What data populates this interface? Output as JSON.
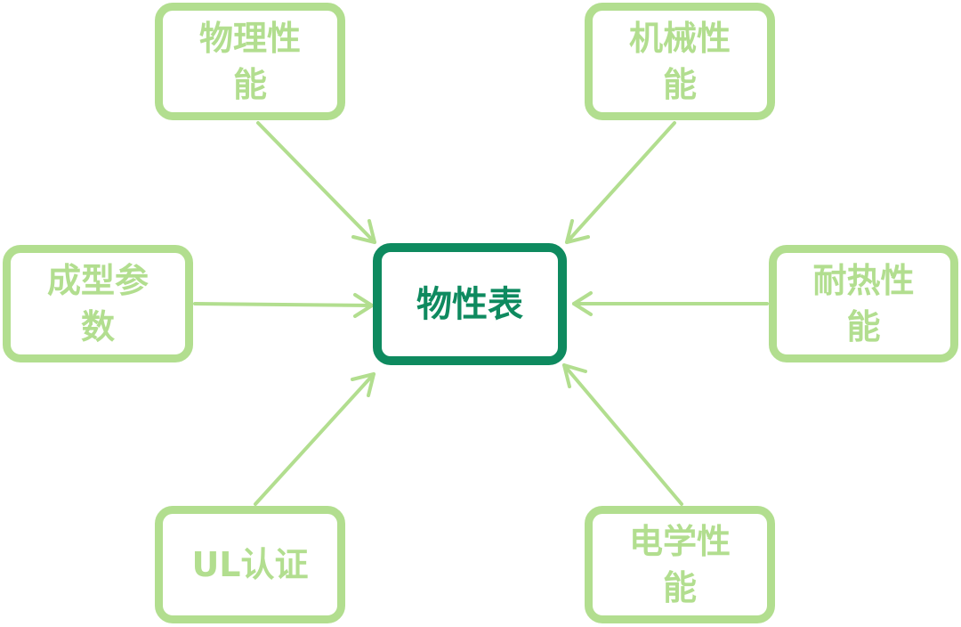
{
  "diagram": {
    "center": {
      "label": "物性表"
    },
    "nodes": {
      "physical": {
        "label": "物理性能"
      },
      "mechanical": {
        "label": "机械性能"
      },
      "molding": {
        "label": "成型参数"
      },
      "thermal": {
        "label": "耐热性能"
      },
      "ul": {
        "label": "UL认证"
      },
      "electrical": {
        "label": "电学性能"
      }
    },
    "colors": {
      "outer_node": "#b2de8f",
      "center_node": "#0e8a5f",
      "arrow": "#b2de8f"
    }
  }
}
